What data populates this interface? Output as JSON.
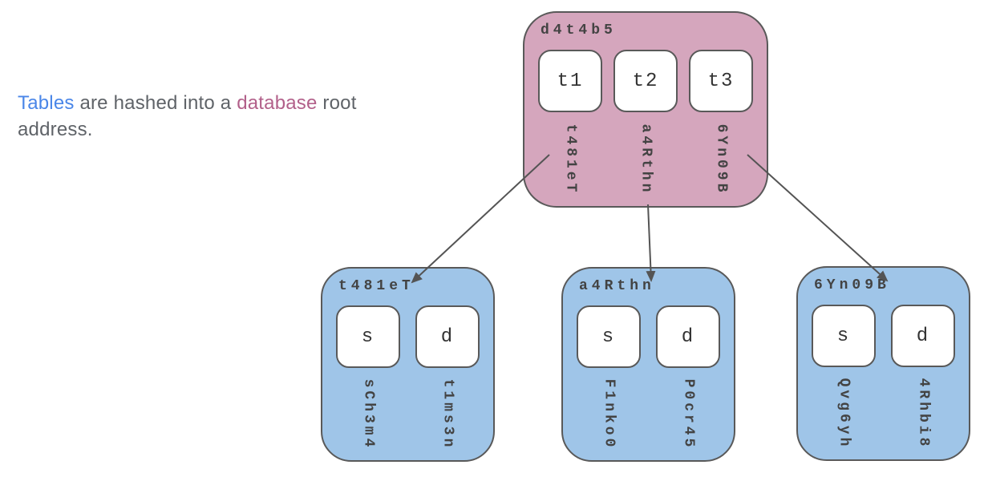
{
  "caption": {
    "segments": [
      {
        "text": "Tables",
        "color": "#4a86e8"
      },
      {
        "text": " are hashed into a ",
        "color": "#5f6368"
      },
      {
        "text": "database",
        "color": "#b2608a"
      },
      {
        "text": " root address.",
        "color": "#5f6368"
      }
    ]
  },
  "root": {
    "label": "d4t4b5",
    "cells": [
      {
        "name": "t1",
        "hash": "t481eT"
      },
      {
        "name": "t2",
        "hash": "a4Rthn"
      },
      {
        "name": "t3",
        "hash": "6Yn09B"
      }
    ]
  },
  "tables": [
    {
      "label": "t481eT",
      "cells": [
        {
          "name": "s",
          "hash": "sCh3m4"
        },
        {
          "name": "d",
          "hash": "t1ms3n"
        }
      ]
    },
    {
      "label": "a4Rthn",
      "cells": [
        {
          "name": "s",
          "hash": "F1nko0"
        },
        {
          "name": "d",
          "hash": "P0cr45"
        }
      ]
    },
    {
      "label": "6Yn09B",
      "cells": [
        {
          "name": "s",
          "hash": "Qvg6yh"
        },
        {
          "name": "d",
          "hash": "4Rhbi8"
        }
      ]
    }
  ],
  "colors": {
    "accent_blue": "#4a86e8",
    "accent_rose": "#b2608a",
    "caption_gray": "#5f6368",
    "pink_fill": "#d5a6bd",
    "blue_fill": "#9fc5e8",
    "border_gray": "#595959",
    "arrow_gray": "#545454",
    "mono_text": "#434343",
    "cell_text": "#333333"
  }
}
